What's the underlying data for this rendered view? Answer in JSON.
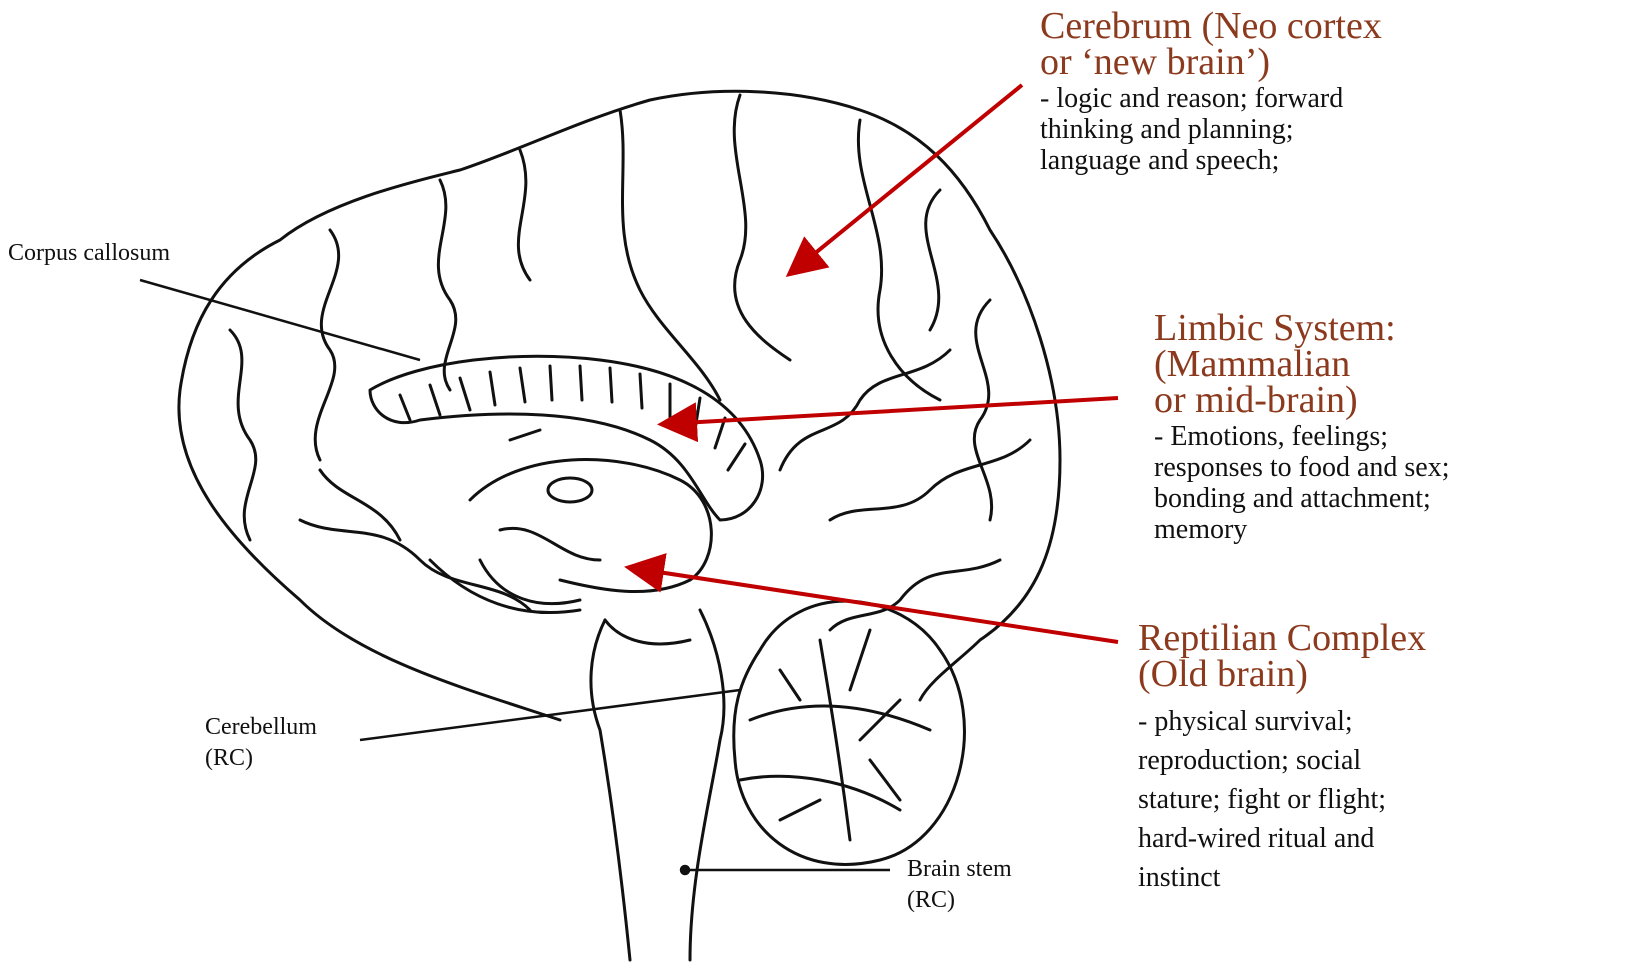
{
  "colors": {
    "accent_heading": "#8b3a1e",
    "arrow": "#c00000",
    "line_art": "#111111"
  },
  "callouts": {
    "cerebrum": {
      "title_line1": "Cerebrum (Neo cortex",
      "title_line2": "or ‘new brain’)",
      "desc_lines": [
        "- logic and reason; forward",
        "thinking and planning;",
        "language and speech;"
      ]
    },
    "limbic": {
      "title_lines": [
        "Limbic System:",
        "(Mammalian",
        "or mid-brain)"
      ],
      "desc_lines": [
        "- Emotions, feelings;",
        "responses to food and sex;",
        "bonding and attachment;",
        "memory"
      ]
    },
    "reptilian": {
      "title_lines": [
        "Reptilian Complex",
        "(Old brain)"
      ],
      "desc_lines": [
        "- physical survival;",
        "reproduction; social",
        "stature; fight or flight;",
        "hard-wired ritual and",
        "instinct"
      ]
    }
  },
  "labels": {
    "corpus_callosum": "Corpus callosum",
    "cerebellum_lines": [
      "Cerebellum",
      "(RC)"
    ],
    "brain_stem_lines": [
      "Brain stem",
      "(RC)"
    ]
  }
}
